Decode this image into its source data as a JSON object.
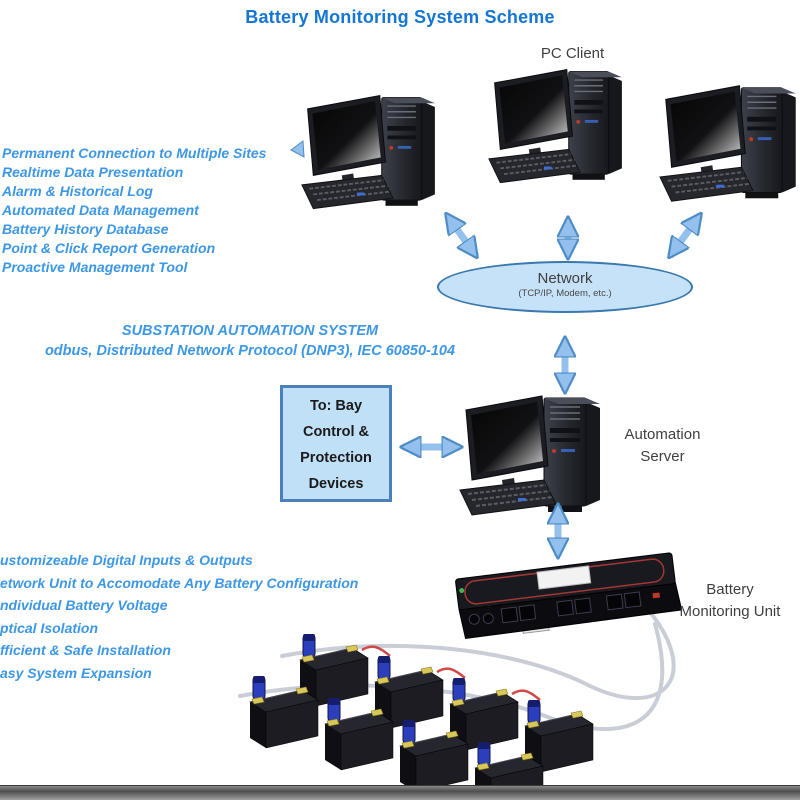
{
  "title": "Battery Monitoring System Scheme",
  "pc_client_label": "PC Client",
  "features_top": [
    "Permanent Connection to Multiple Sites",
    "Realtime Data Presentation",
    "Alarm & Historical Log",
    "Automated Data Management",
    "Battery History Database",
    "Point & Click Report Generation",
    "Proactive Management Tool"
  ],
  "substation": {
    "line1": "SUBSTATION AUTOMATION SYSTEM",
    "line2": "odbus, Distributed Network Protocol (DNP3), IEC 60850-104"
  },
  "network": {
    "name": "Network",
    "detail": "(TCP/IP, Modem, etc.)"
  },
  "bay_box": {
    "lines": [
      "To: Bay",
      "Control &",
      "Protection",
      "Devices"
    ]
  },
  "server_label": [
    "Automation",
    "Server"
  ],
  "bmu_label": [
    "Battery",
    "Monitoring Unit"
  ],
  "features_bottom": [
    "ustomizeable Digital Inputs & Outputs",
    "etwork Unit to Accomodate Any Battery Configuration",
    "ndividual Battery Voltage",
    "ptical Isolation",
    "fficient & Safe Installation",
    "asy System Expansion"
  ],
  "devices": {
    "pc_clients": 3,
    "servers": 1,
    "battery_monitoring_units": 1,
    "batteries": 8
  },
  "colors": {
    "title_blue": "#1476d2",
    "feature_blue": "#3d97e4",
    "ellipse_fill": "#c5e2f8",
    "ellipse_border": "#3a78ae",
    "box_fill": "#c0e0f8",
    "box_border": "#4b80b8",
    "arrow_fill": "#93c0ec",
    "arrow_edge": "#4d8cc7",
    "label_gray": "#3f3f3f"
  }
}
